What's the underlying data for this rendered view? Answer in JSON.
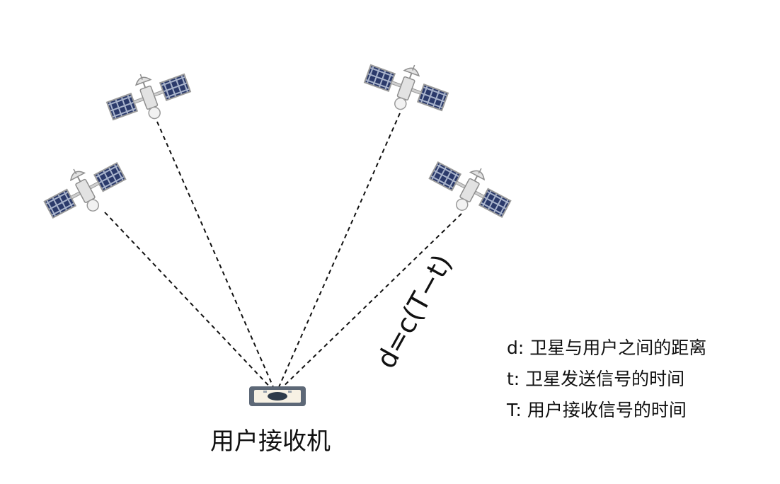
{
  "diagram": {
    "receiver_label": "用户接收机",
    "formula": "d=c(T−t)",
    "legend": [
      "d: 卫星与用户之间的距离",
      "t: 卫星发送信号的时间",
      "T: 用户接收信号的时间"
    ],
    "satellite_count": 4,
    "colors": {
      "panel": "#2b3a6b",
      "panel_grid": "#a9b4cc",
      "panel_border": "#9a9a9a",
      "body": "#e2e2e2",
      "line": "#111111",
      "receiver_frame": "#5d6877"
    },
    "icons": [
      "satellite-icon",
      "receiver-icon"
    ]
  }
}
